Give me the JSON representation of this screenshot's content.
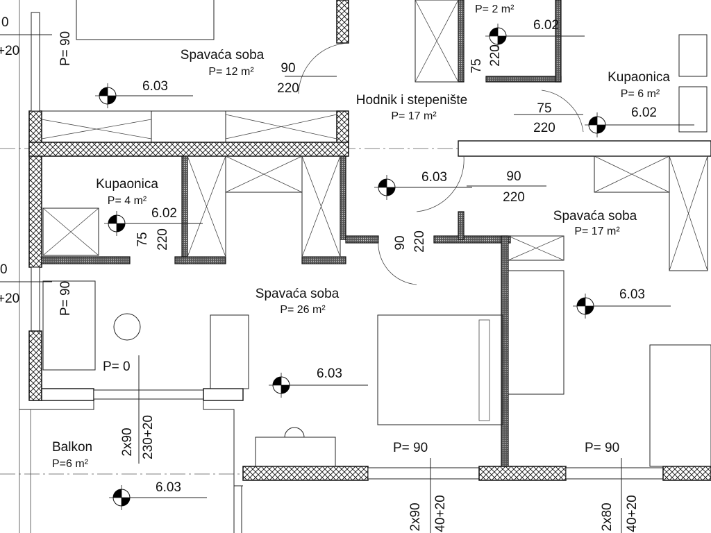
{
  "title": "Floor plan",
  "rooms": [
    {
      "name": "Spavaća soba",
      "area": "P= 12 m²"
    },
    {
      "name": "Hodnik i stepenište",
      "area": "P= 17 m²"
    },
    {
      "name": "Kupaonica",
      "area": "P= 6 m²"
    },
    {
      "name": "Kupaonica",
      "area": "P= 4 m²"
    },
    {
      "name": "Spavaća soba",
      "area": "P= 17 m²"
    },
    {
      "name": "Spavaća soba",
      "area": "P= 26 m²"
    },
    {
      "name": "Balkon",
      "area": "P=6 m²"
    },
    {
      "name": "",
      "area": "P= 2 m²"
    }
  ],
  "elevations": [
    "6.03",
    "6.02",
    "6.02",
    "6.03",
    "6.02",
    "6.03",
    "6.03",
    "6.03"
  ],
  "doors": [
    {
      "width": "90",
      "height": "220"
    },
    {
      "width": "75",
      "height": "220"
    },
    {
      "width": "90",
      "height": "220"
    },
    {
      "width": "75",
      "height": "220"
    },
    {
      "width": "75",
      "height": "220"
    },
    {
      "width": "90",
      "height": "220"
    }
  ],
  "windows": [
    {
      "sill": "P= 90",
      "size": "",
      "height": ""
    },
    {
      "sill": "P= 90",
      "size": "",
      "height": ""
    },
    {
      "sill": "P= 0",
      "size": "2x90",
      "height": "230+20"
    },
    {
      "sill": "P= 90",
      "size": "2x90",
      "height": "40+20"
    },
    {
      "sill": "P= 90",
      "size": "2x80",
      "height": "40+20"
    }
  ],
  "margin_labels": [
    "0",
    "+20",
    "0",
    "+20"
  ],
  "colors": {
    "line": "#111111",
    "background": "#ffffff"
  }
}
